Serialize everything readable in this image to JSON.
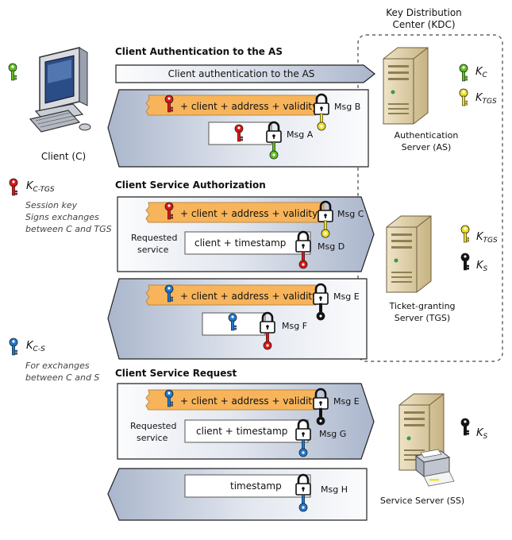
{
  "kdc": {
    "line1": "Key Distribution",
    "line2": "Center (KDC)"
  },
  "client": {
    "label": "Client (C)"
  },
  "as": {
    "line1": "Authentication",
    "line2": "Server (AS)",
    "key1": "C",
    "key2": "TGS"
  },
  "tgs": {
    "line1": "Ticket-granting",
    "line2": "Server (TGS)",
    "key1": "TGS",
    "key2": "S"
  },
  "ss": {
    "label": "Service Server (SS)",
    "key1": "S"
  },
  "legend": {
    "k_ctgs": {
      "main": "K",
      "sub": "C-TGS",
      "desc1": "Session key",
      "desc2": "Signs exchanges",
      "desc3": "between C and TGS"
    },
    "k_cs": {
      "main": "K",
      "sub": "C-S",
      "desc1": "For exchanges",
      "desc2": "between C and S"
    }
  },
  "sections": {
    "auth": "Client Authentication to the AS",
    "authz": "Client Service Authorization",
    "request": "Client Service Request"
  },
  "messages": {
    "auth_arrow": "Client authentication to the AS",
    "ticket_text": "+ client + address + validity",
    "msg_a": "Msg A",
    "msg_b": "Msg B",
    "msg_c": "Msg C",
    "msg_d": "Msg D",
    "msg_e": "Msg E",
    "msg_f": "Msg F",
    "msg_g": "Msg G",
    "msg_h": "Msg H",
    "requested1": "Requested",
    "requested2": "service",
    "client_timestamp": "client + timestamp",
    "timestamp": "timestamp"
  },
  "colors": {
    "key_green": "#5ec21f",
    "key_red": "#e01515",
    "key_yellow": "#f0e22a",
    "key_blue": "#1f78d1",
    "key_black": "#111111",
    "ticket_fill": "#f8b45a"
  }
}
